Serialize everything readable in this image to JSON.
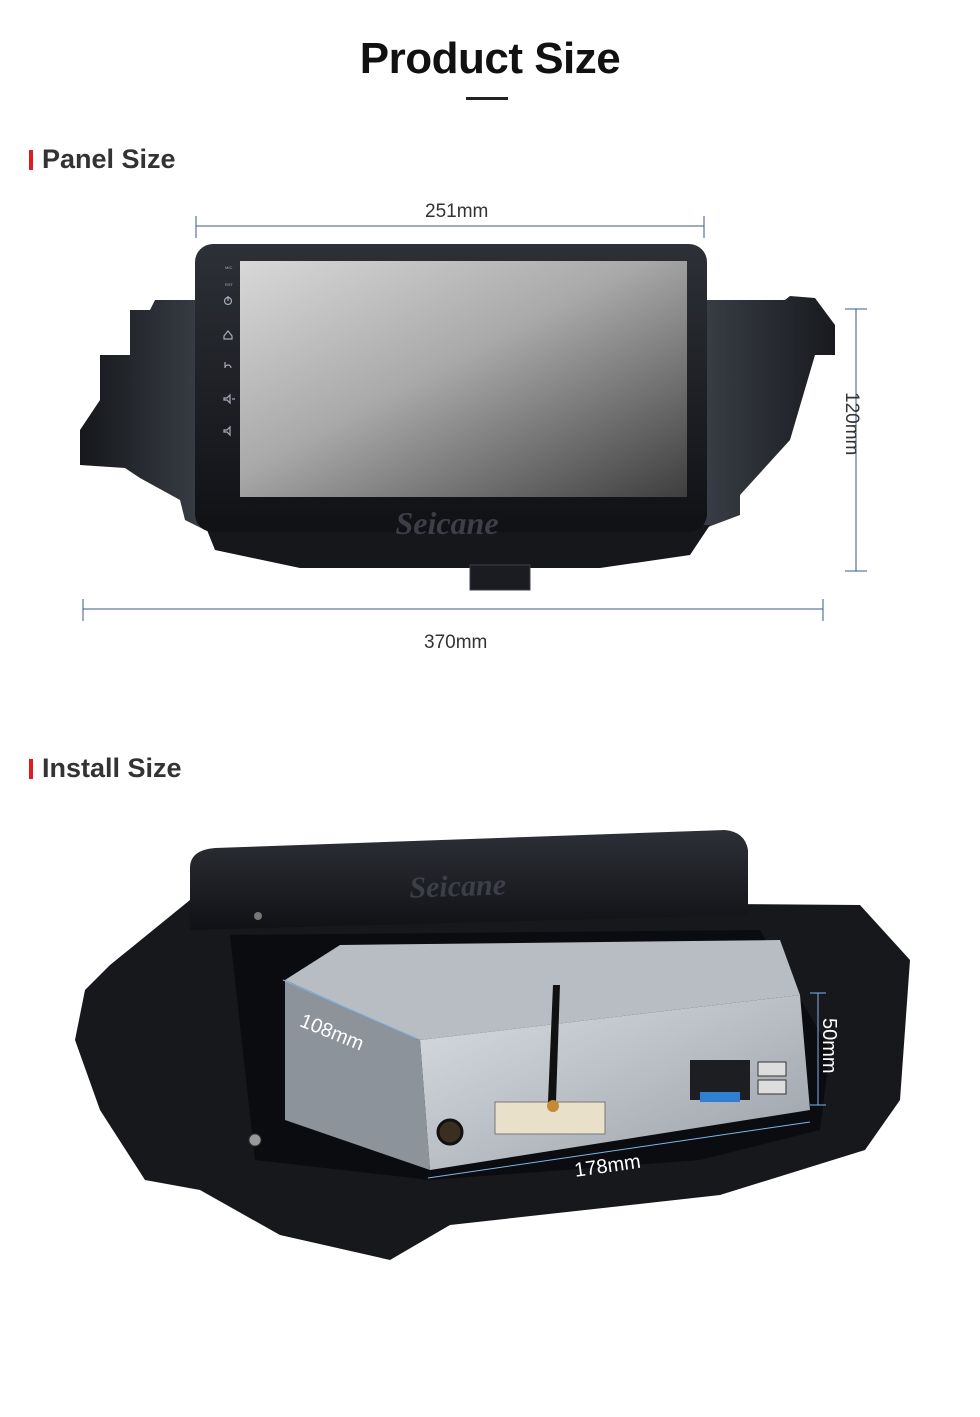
{
  "page": {
    "title": "Product Size"
  },
  "sections": [
    {
      "title": "Panel Size",
      "dimensions": {
        "screen_width": "251mm",
        "height": "120mm",
        "total_width": "370mm"
      },
      "watermark": "Seicane",
      "side_button_labels": [
        "MIC",
        "RST"
      ]
    },
    {
      "title": "Install Size",
      "dimensions": {
        "depth": "108mm",
        "height": "50mm",
        "width": "178mm"
      },
      "watermark": "Seicane"
    }
  ],
  "colors": {
    "accent": "#e11b22",
    "dimension_line": "#3a5a8c",
    "panel_body": "#1b1d22"
  },
  "icons": [
    "power-icon",
    "home-icon",
    "back-icon",
    "volume-up-icon",
    "volume-down-icon",
    "antenna-icon",
    "usb-port-icon",
    "connector-icon"
  ]
}
